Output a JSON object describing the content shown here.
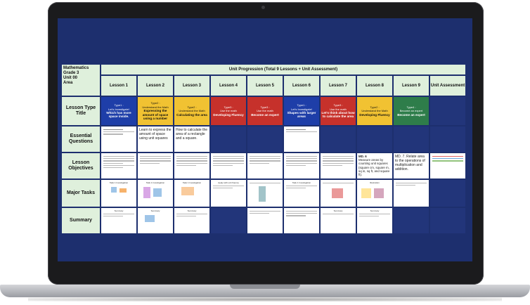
{
  "corner": {
    "line1": "Mathematics",
    "line2": "Grade 3",
    "line3": "Unit 00",
    "line4": "Area"
  },
  "unit_progression": "Unit Progression (Total 9 Lessons + Unit Assessment)",
  "columns": [
    "Lesson 1",
    "Lesson 2",
    "Lesson 3",
    "Lesson 4",
    "Lesson 5",
    "Lesson 6",
    "Lesson 7",
    "Lesson 8",
    "Lesson 9",
    "Unit Assessment"
  ],
  "row_headers": {
    "type": "Lesson Type Title",
    "questions": "Essential Questions",
    "objectives": "Lesson Objectives",
    "tasks": "Major Tasks",
    "summary": "Summary"
  },
  "type_cards": [
    {
      "kind": "Type1 :",
      "name": "Let's Investigate!",
      "title": "Which has more space inside."
    },
    {
      "kind": "Type2 :",
      "name": "Understand the Math",
      "title": "Expressing the amount of space using a number"
    },
    {
      "kind": "Type2 :",
      "name": "Understand the Math",
      "title": "Calculating the area"
    },
    {
      "kind": "Type3 :",
      "name": "Use the math",
      "title": "Developing Fluency"
    },
    {
      "kind": "Type3 :",
      "name": "Use the math",
      "title": "Become an expert"
    },
    {
      "kind": "Type1 :",
      "name": "Let's Investigate!",
      "title": "Shapes with larger areas"
    },
    {
      "kind": "Type3 :",
      "name": "Use the math",
      "title": "Let's think about how to calculate the area"
    },
    {
      "kind": "Type2 :",
      "name": "Understand the Math",
      "title": "Developing Fluency"
    },
    {
      "kind": "Type4 :",
      "name": "Become an expert",
      "title": "Become an expert"
    }
  ],
  "questions": {
    "l2": "Learn to express the amount of space using unit squares",
    "l3": "How to calculate the area of a rectangle and a square."
  },
  "objectives": {
    "l8_code": "MD. 6",
    "l8_text": "Measure areas by counting unit squares (square cm, square m, sq in, sq ft, and square ft).",
    "l9_text": "MD. 7. Relate area to the operations of multiplication and addition."
  },
  "task_titles": [
    "Task 1 Investigation",
    "Task 1 Investigation",
    "Task 1 Investigation",
    "Apply with unit fluency",
    "",
    "Task 1 Investigation",
    "",
    "Illustration",
    ""
  ],
  "summary_title": "Summary",
  "colors": {
    "screen": "#1d2f6e",
    "header_bg": "#dff0dc",
    "type1": "#1e3ea8",
    "type2": "#f1c232",
    "type3": "#c6312b",
    "type4": "#2e7d4a"
  }
}
